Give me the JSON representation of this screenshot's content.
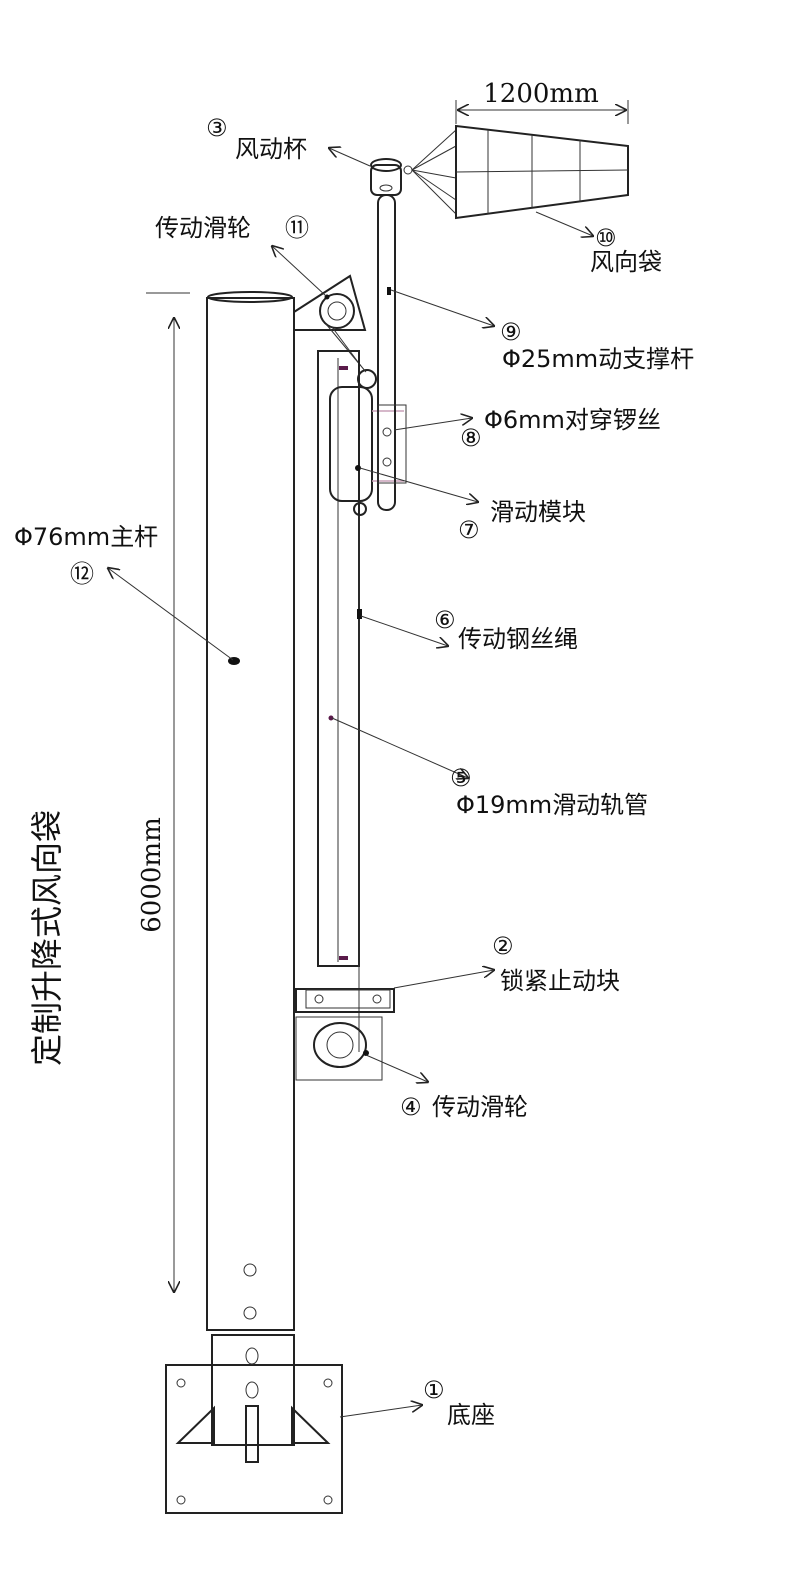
{
  "vertical_title": "定制升降式风向袋",
  "dimensions": {
    "height": "6000mm",
    "sock_length": "1200mm"
  },
  "parts": [
    {
      "num": "①",
      "label": "底座"
    },
    {
      "num": "②",
      "label": "锁紧止动块"
    },
    {
      "num": "③",
      "label": "风动杯"
    },
    {
      "num": "④",
      "label": "传动滑轮"
    },
    {
      "num": "⑤",
      "label": "Φ19mm滑动轨管"
    },
    {
      "num": "⑥",
      "label": "传动钢丝绳"
    },
    {
      "num": "⑦",
      "label": "滑动模块"
    },
    {
      "num": "⑧",
      "label": "Φ6mm对穿锣丝"
    },
    {
      "num": "⑨",
      "label": "Φ25mm动支撑杆"
    },
    {
      "num": "⑩",
      "label": "风向袋"
    },
    {
      "num": "⑪",
      "label": "传动滑轮"
    },
    {
      "num": "⑫",
      "label": "Φ76mm主杆"
    }
  ],
  "colors": {
    "line": "#222222",
    "module_fill": "#d6d6d6",
    "rail_fill": "#e9e9e9",
    "marker": "#5a1a4a"
  }
}
